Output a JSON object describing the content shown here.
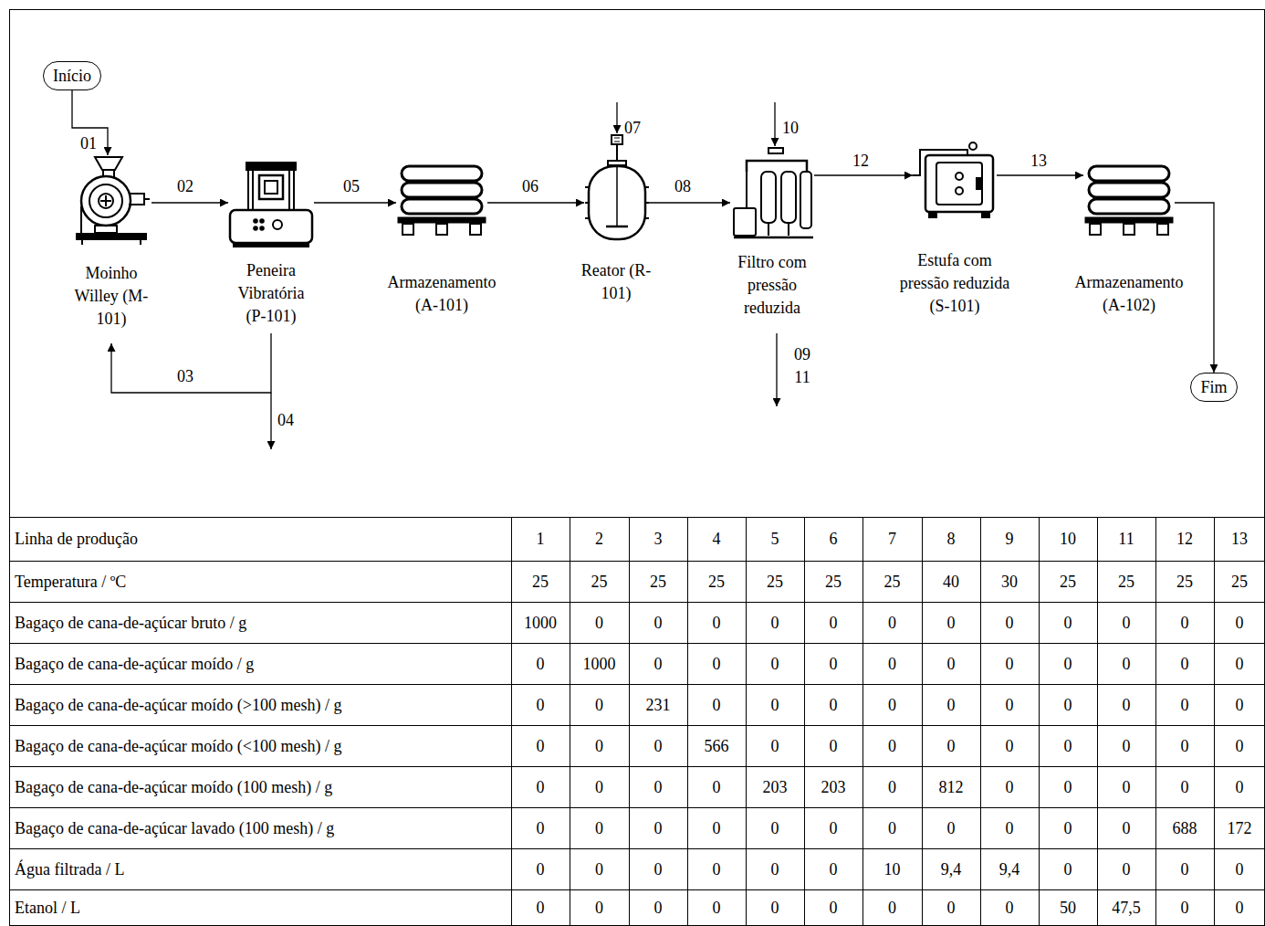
{
  "diagram": {
    "nodes": [
      {
        "text": [
          "Início"
        ]
      },
      {
        "text": [
          "Moinho Willey (M-101)"
        ]
      },
      {
        "text": [
          "Peneira Vibratória (P-101)"
        ]
      },
      {
        "text": [
          "Armazenamento (A-101)"
        ]
      },
      {
        "text": [
          "Reator (R-101)"
        ]
      },
      {
        "text": [
          "Filtro com pressão reduzida"
        ]
      },
      {
        "text": [
          "Estufa com pressão reduzida (S-101)"
        ]
      },
      {
        "text": [
          "Armazenamento (A-102)"
        ]
      },
      {
        "text": [
          "Fim"
        ]
      }
    ],
    "edges": [
      {
        "from": 0,
        "to": 1,
        "arrow": "to",
        "label": "01"
      },
      {
        "from": 1,
        "to": 2,
        "arrow": "to",
        "label": "02"
      },
      {
        "from": 2,
        "to": 1,
        "arrow": "to",
        "label": "03"
      },
      {
        "from": 2,
        "to": 3,
        "arrow": "to",
        "label": "05"
      },
      {
        "from": 3,
        "to": 4,
        "arrow": "to",
        "label": "06"
      },
      {
        "from": 4,
        "to": 5,
        "arrow": "to",
        "label": "08"
      },
      {
        "from": 5,
        "to": 6,
        "arrow": "to",
        "label": "12"
      },
      {
        "from": 6,
        "to": 7,
        "arrow": "to",
        "label": "13"
      },
      {
        "from": 7,
        "to": 8,
        "arrow": "to"
      }
    ],
    "labels": [
      "04",
      "07",
      "10",
      "09",
      "11",
      "Linha de produção",
      "1",
      "2",
      "3",
      "4",
      "5",
      "6",
      "7",
      "8",
      "9",
      "10",
      "11",
      "12",
      "13",
      "Temperatura / ºC",
      "25",
      "25",
      "25",
      "25",
      "25",
      "25",
      "25",
      "40",
      "30",
      "25",
      "25",
      "25",
      "25",
      "Bagaço de cana-de-açúcar bruto / g",
      "1000",
      "0",
      "0",
      "0",
      "0",
      "0",
      "0",
      "0",
      "0",
      "0",
      "0",
      "0",
      "0",
      "Bagaço de cana-de-açúcar moído / g",
      "0",
      "1000",
      "0",
      "0",
      "0",
      "0",
      "0",
      "0",
      "0",
      "0",
      "0",
      "0",
      "0",
      "Bagaço de cana-de-açúcar moído (>100 mesh) / g",
      "0",
      "0",
      "231",
      "0",
      "0",
      "0",
      "0",
      "0",
      "0",
      "0",
      "0",
      "0",
      "0",
      "Bagaço de cana-de-açúcar moído (<100 mesh) / g",
      "0",
      "0",
      "0",
      "566",
      "0",
      "0",
      "0",
      "0",
      "0",
      "0",
      "0",
      "0",
      "0",
      "Bagaço de cana-de-açúcar moído (100 mesh) / g",
      "0",
      "0",
      "0",
      "0",
      "203",
      "203",
      "0",
      "812",
      "0",
      "0",
      "0",
      "0",
      "0",
      "Bagaço de cana-de-açúcar lavado (100 mesh) / g",
      "0",
      "0",
      "0",
      "0",
      "0",
      "0",
      "0",
      "0",
      "0",
      "0",
      "0",
      "688",
      "172",
      "Água filtrada / L",
      "0",
      "0",
      "0",
      "0",
      "0",
      "0",
      "10",
      "9,4",
      "9,4",
      "0",
      "0",
      "0",
      "0",
      "Etanol / L",
      "0",
      "0",
      "0",
      "0",
      "0",
      "0",
      "0",
      "0",
      "0",
      "50",
      "47,5",
      "0",
      "0"
    ]
  }
}
